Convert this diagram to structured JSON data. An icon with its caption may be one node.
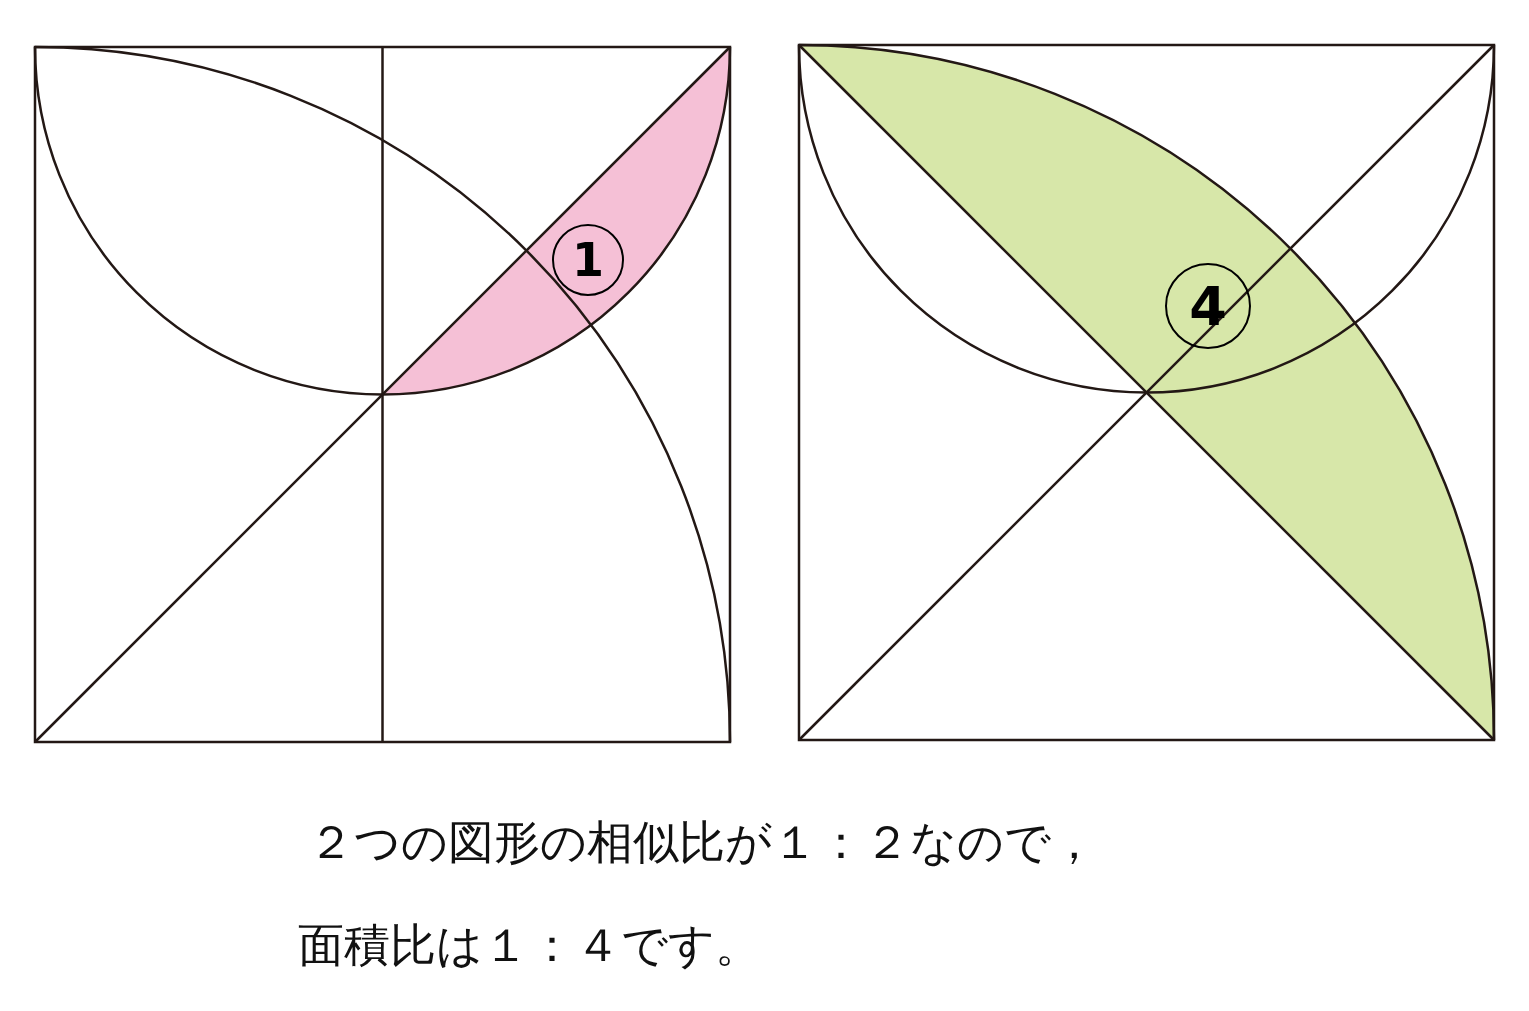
{
  "diagram": {
    "nodes": [
      {
        "text": [
          "1"
        ]
      },
      {
        "text": [
          "4"
        ]
      }
    ],
    "labels": [
      "２つの図形の相似比が１：２なので，",
      "面積比は１：４です。"
    ]
  }
}
